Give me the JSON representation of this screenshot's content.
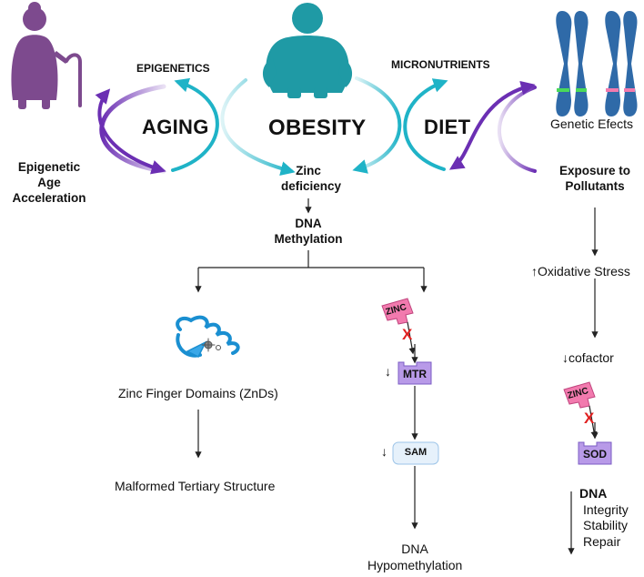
{
  "labels": {
    "aging": "AGING",
    "obesity": "OBESITY",
    "diet": "DIET",
    "epigenetics": "EPIGENETICS",
    "micronutrients": "MICRONUTRIENTS",
    "epigenetic_age_acceleration": [
      "Epigenetic",
      "Age",
      "Acceleration"
    ],
    "genetic_effects": "Genetic Efects",
    "exposure_to_pollutants": [
      "Exposure to",
      "Pollutants"
    ],
    "zinc_deficiency": [
      "Zinc",
      "deficiency"
    ],
    "dna_methylation": [
      "DNA",
      "Methylation"
    ],
    "zinc_finger_domains": "Zinc Finger Domains (ZnDs)",
    "malformed_tertiary": "Malformed Tertiary Structure",
    "oxidative_stress": "Oxidative Stress",
    "cofactor": "cofactor",
    "dna_hypomethylation": [
      "DNA",
      "Hypomethylation"
    ],
    "dna_outcomes": [
      "DNA",
      "Integrity",
      "Stability",
      "Repair"
    ]
  },
  "badges": {
    "zinc": "ZINC",
    "mtr": "MTR",
    "sam": "SAM",
    "sod": "SOD"
  },
  "symbols": {
    "up_arrow": "↑",
    "down_arrow": "↓",
    "inhibit": "X"
  },
  "colors": {
    "purple": "#6b2fb3",
    "teal": "#1fb3c7",
    "figure_purple": "#7d4a8e",
    "figure_teal": "#1f9aa5",
    "chromosome": "#2f6aa8",
    "zinc_pink": "#f27aae",
    "enzyme_purple": "#b89ae8",
    "sam_fill": "#e6f1fb",
    "inhibit_red": "#e02020"
  },
  "icons": [
    "elderly-woman-icon",
    "obese-person-icon",
    "chromosome-icon",
    "zinc-finger-protein-icon"
  ]
}
